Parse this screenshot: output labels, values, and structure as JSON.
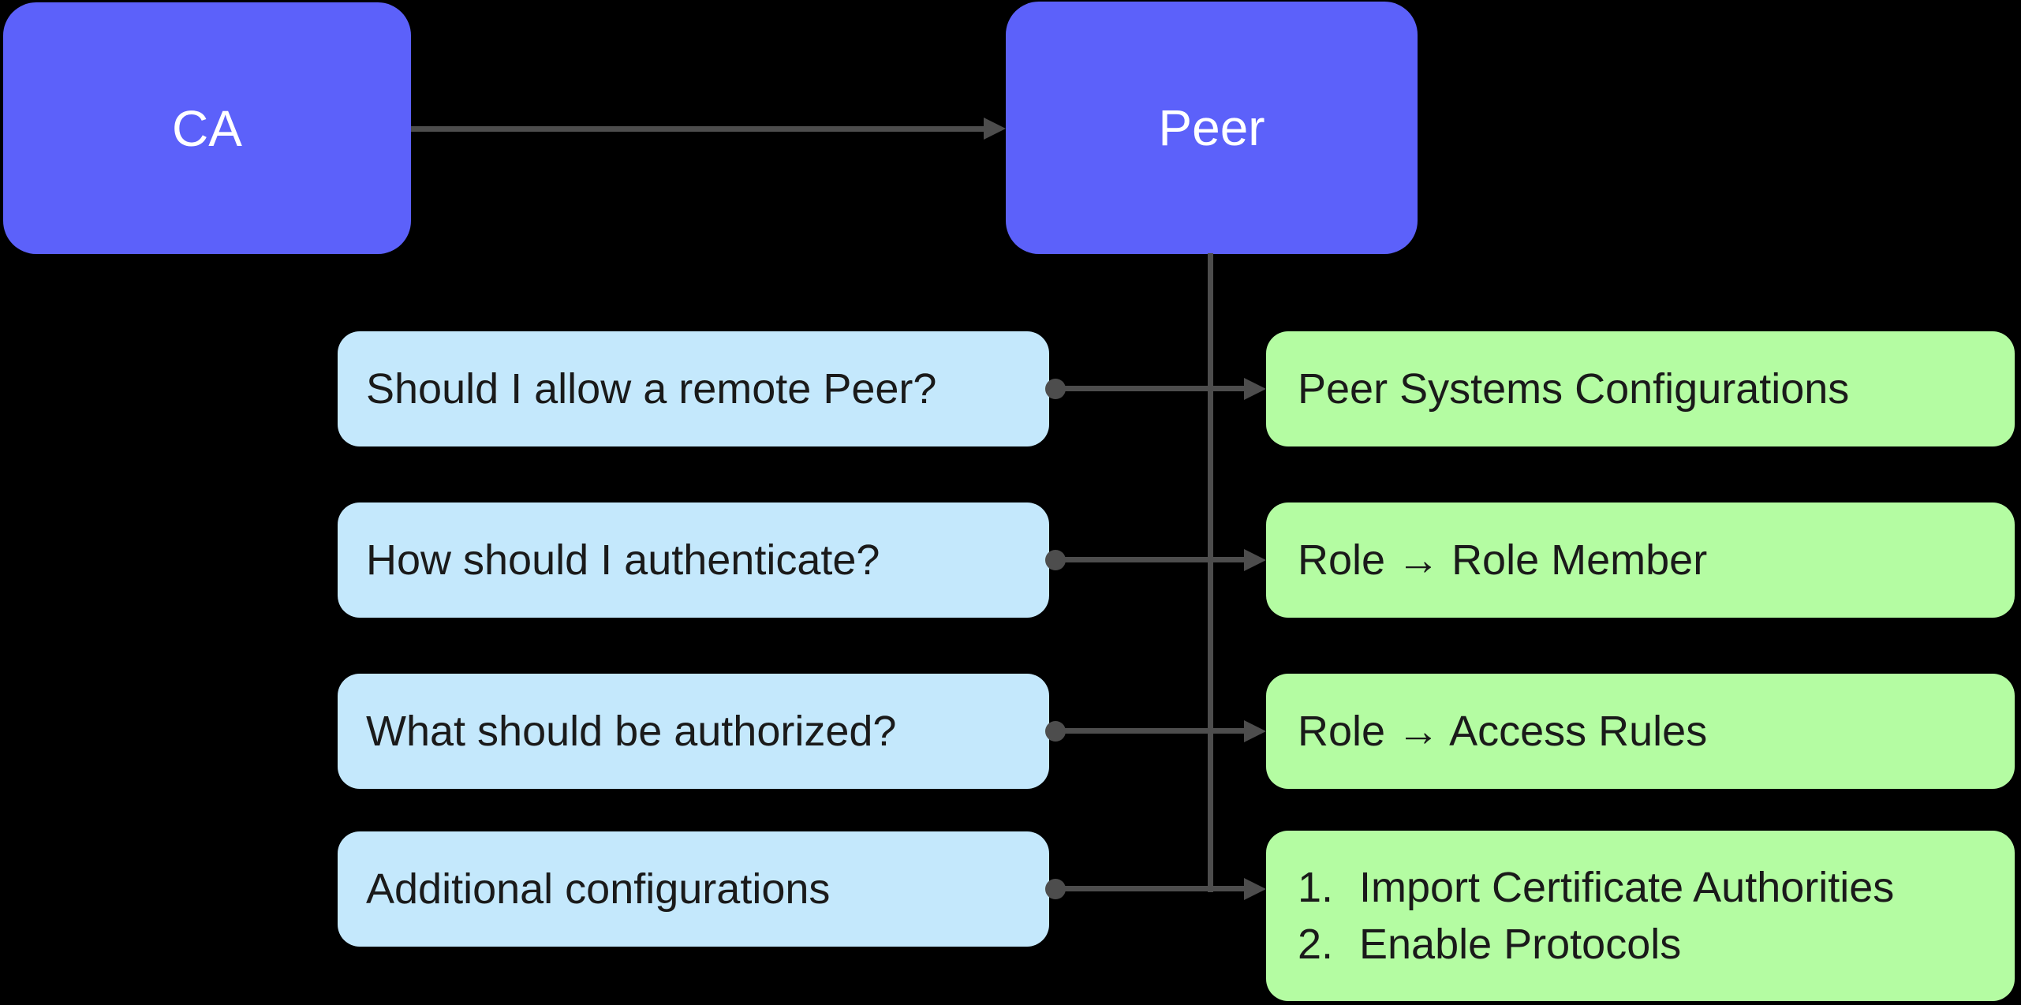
{
  "canvas": {
    "background": "#000000"
  },
  "nodes": {
    "ca": {
      "label": "CA"
    },
    "peer": {
      "label": "Peer"
    }
  },
  "rows": [
    {
      "question": "Should I allow a remote Peer?",
      "answer": "Peer Systems Configurations"
    },
    {
      "question": "How should I authenticate?",
      "answer": "Role → Role Member"
    },
    {
      "question": "What should be authorized?",
      "answer": "Role → Access Rules"
    },
    {
      "question": "Additional configurations",
      "answer_list": [
        {
          "marker": "1.",
          "text": "Import Certificate Authorities"
        },
        {
          "marker": "2.",
          "text": "Enable Protocols"
        }
      ]
    }
  ],
  "colors": {
    "node_fill": "#5C61FA",
    "question_fill": "#C4E8FC",
    "answer_fill": "#B4FCA2",
    "connector": "#4D4D4D",
    "text_dark": "#1A1A1A",
    "text_light": "#FFFFFF",
    "bg": "#000000"
  }
}
